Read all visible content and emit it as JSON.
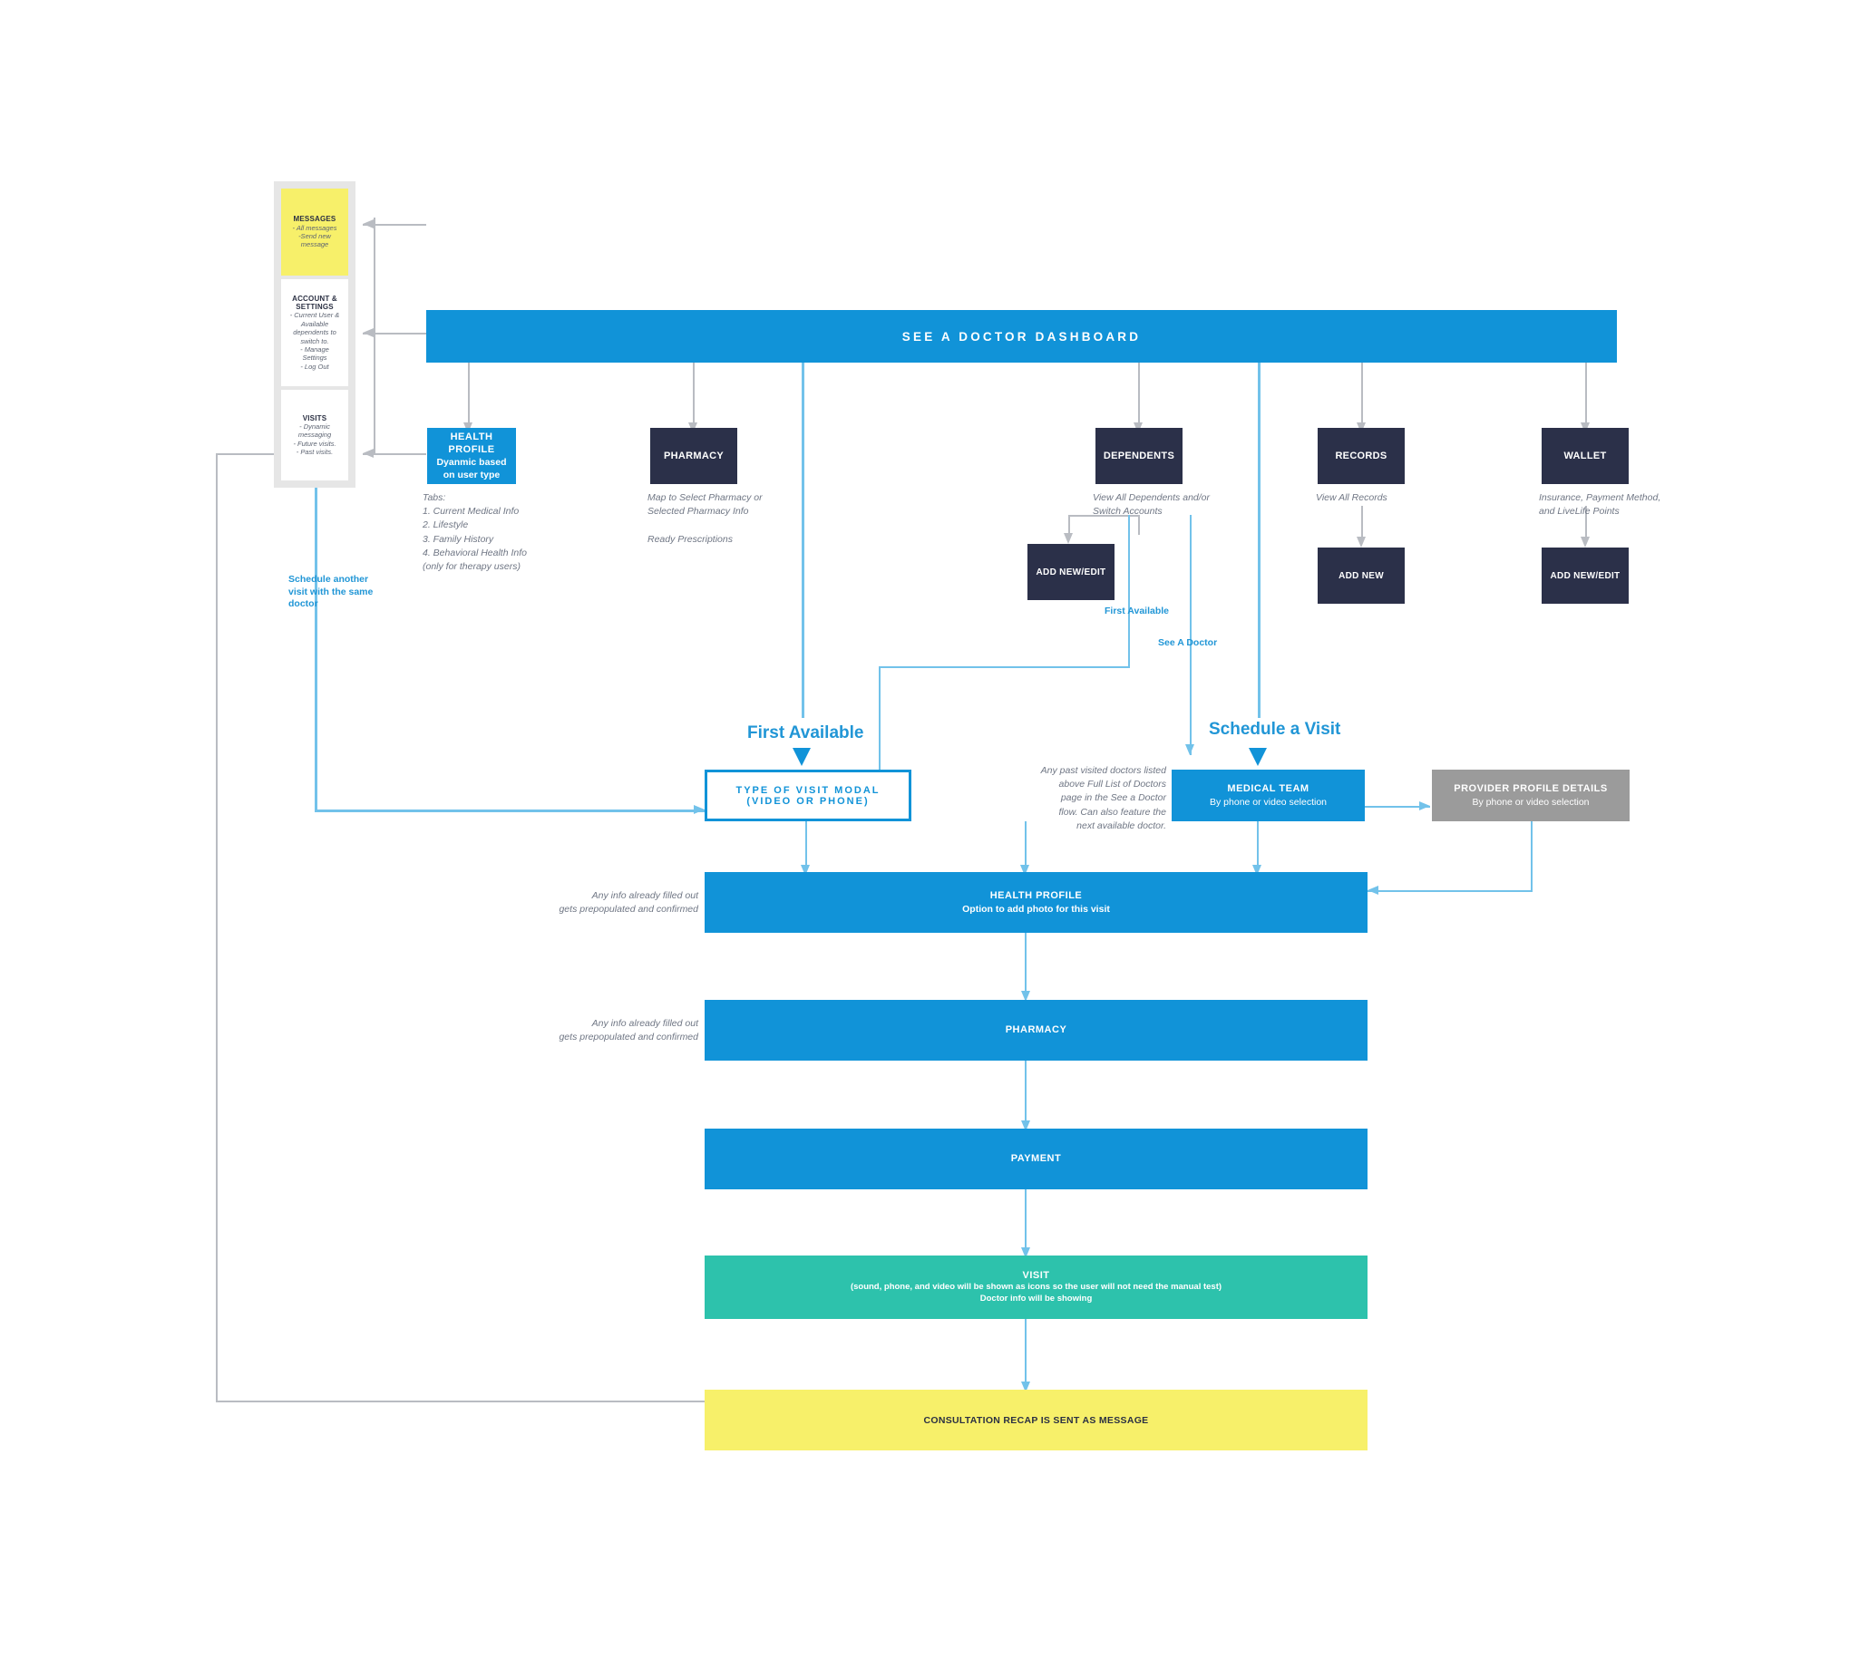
{
  "meta": {
    "accent_blue": "#1193d8",
    "light_blue": "#72c2ea",
    "navy": "#2b3049",
    "yellow": "#f7f06a",
    "teal": "#2dc2ac",
    "gray": "#9b9b9b"
  },
  "nav": {
    "items": [
      {
        "title": "MESSAGES",
        "lines": "- All messages\n-Send new\nmessage",
        "color": "#f7f06a"
      },
      {
        "title": "ACCOUNT &\nSETTINGS",
        "lines": "- Current User &\nAvailable\ndependents to\nswitch to.\n- Manage\nSettings\n- Log Out",
        "color": "#ffffff"
      },
      {
        "title": "VISITS",
        "lines": "- Dynamic\nmessaging\n- Future visits.\n- Past visits.",
        "color": "#ffffff"
      }
    ]
  },
  "dashboard": {
    "title": "SEE A DOCTOR DASHBOARD"
  },
  "top_row": {
    "health_profile": {
      "title": "HEALTH PROFILE",
      "sub": "Dyanmic based\non user type",
      "caption": "Tabs:\n1. Current Medical Info\n2. Lifestyle\n3. Family History\n4. Behavioral Health Info\n(only for therapy users)"
    },
    "pharmacy": {
      "title": "PHARMACY",
      "caption": "Map to Select Pharmacy or\nSelected Pharmacy Info\n\nReady Prescriptions"
    },
    "dependents": {
      "title": "DEPENDENTS",
      "caption": "View All Dependents and/or\nSwitch Accounts",
      "child": "ADD NEW/EDIT"
    },
    "records": {
      "title": "RECORDS",
      "caption": "View All Records",
      "child": "ADD NEW"
    },
    "wallet": {
      "title": "WALLET",
      "caption": "Insurance, Payment Method,\nand LiveLife Points",
      "child": "ADD NEW/EDIT"
    }
  },
  "labels": {
    "schedule_another": "Schedule another\nvisit with the same\ndoctor",
    "first_available_small": "First Available",
    "see_a_doctor_small": "See A Doctor",
    "first_available_big": "First Available",
    "schedule_a_visit_big": "Schedule a Visit"
  },
  "flow": {
    "type_of_visit": {
      "line1": "TYPE OF VISIT MODAL",
      "line2": "(VIDEO OR PHONE)"
    },
    "past_doctors_note": "Any past visited doctors listed\nabove Full List of Doctors\npage in the See a Doctor\nflow. Can also feature the\nnext available doctor.",
    "medical_team": {
      "title": "MEDICAL TEAM",
      "sub": "By phone or video selection"
    },
    "provider_profile": {
      "title": "PROVIDER PROFILE  DETAILS",
      "sub": "By phone or video selection"
    },
    "health_profile_banner": {
      "title": "HEALTH PROFILE",
      "sub": "Option to add photo for this visit",
      "caption": "Any info already filled out\ngets prepopulated and confirmed"
    },
    "pharmacy_banner": {
      "title": "PHARMACY",
      "caption": "Any info already filled out\ngets prepopulated and confirmed"
    },
    "payment_banner": {
      "title": "PAYMENT"
    },
    "visit_banner": {
      "title": "VISIT",
      "sub": "(sound, phone, and video will be shown as icons so the user will not need the manual test)\nDoctor info will be showing"
    },
    "recap_banner": {
      "title": "CONSULTATION RECAP IS SENT AS MESSAGE"
    }
  }
}
